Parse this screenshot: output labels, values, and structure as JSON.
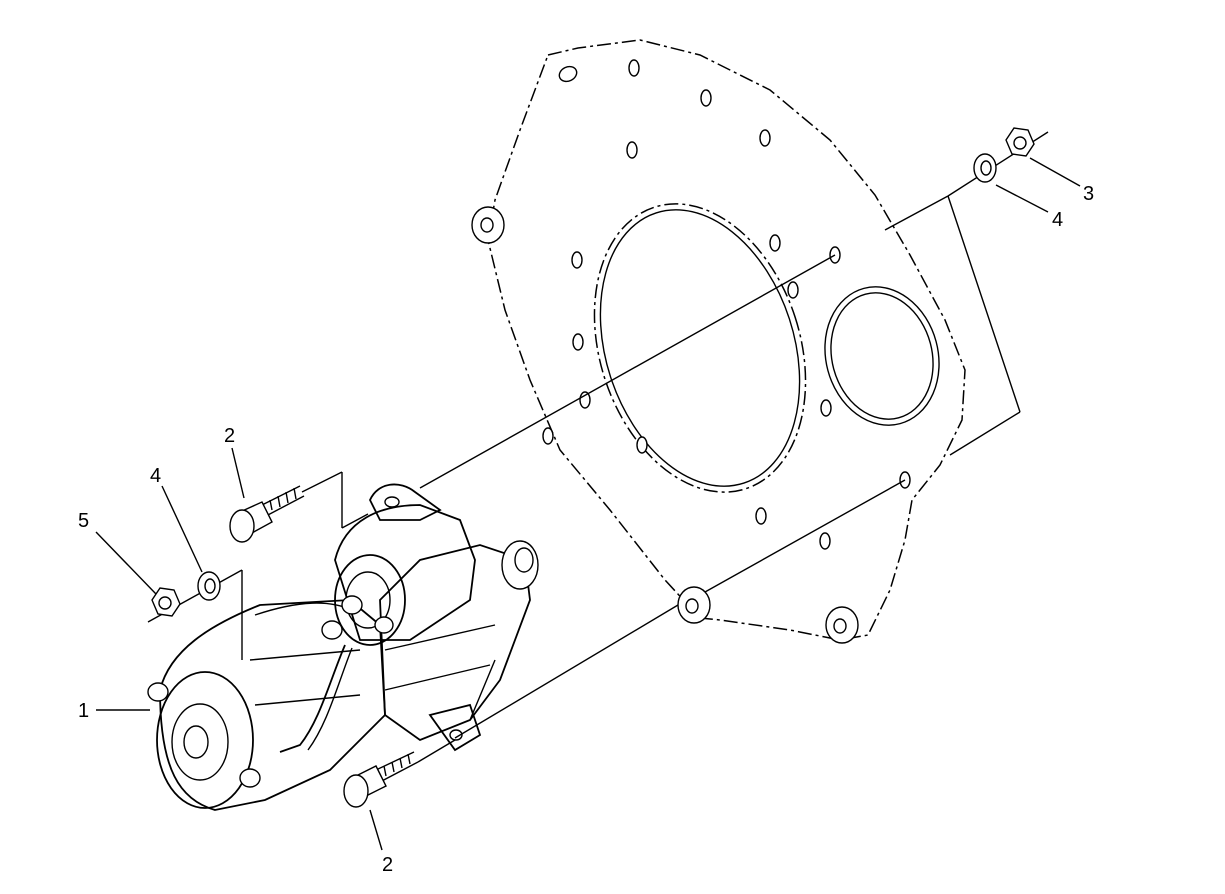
{
  "diagram": {
    "callouts": [
      {
        "id": "callout-1",
        "label": "1"
      },
      {
        "id": "callout-2-top",
        "label": "2"
      },
      {
        "id": "callout-2-bottom",
        "label": "2"
      },
      {
        "id": "callout-3",
        "label": "3"
      },
      {
        "id": "callout-4-right",
        "label": "4"
      },
      {
        "id": "callout-4-left",
        "label": "4"
      },
      {
        "id": "callout-5",
        "label": "5"
      }
    ]
  }
}
